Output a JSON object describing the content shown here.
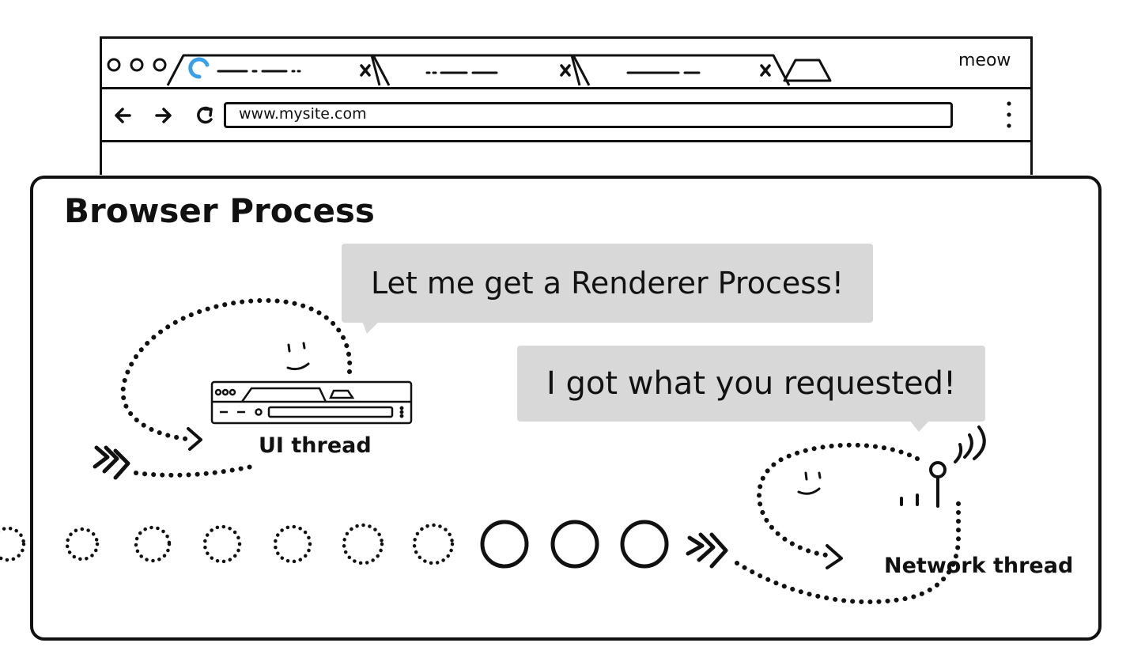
{
  "browser": {
    "window_controls": [
      "dot",
      "dot",
      "dot"
    ],
    "tabs": [
      {
        "name": "tab-1",
        "loading": true,
        "close_icon": "close-icon"
      },
      {
        "name": "tab-2",
        "loading": false,
        "close_icon": "close-icon"
      },
      {
        "name": "tab-3",
        "loading": false,
        "close_icon": "close-icon"
      }
    ],
    "new_tab_icon": "new-tab-icon",
    "brand": "meow",
    "nav_icons": [
      "back-arrow-icon",
      "forward-arrow-icon",
      "reload-icon"
    ],
    "address": "www.mysite.com",
    "menu_icon": "kebab-menu-icon",
    "accent_color": "#3aa0e8"
  },
  "process": {
    "title": "Browser Process",
    "ui_thread": {
      "label": "UI thread",
      "speech": "Let me get a Renderer Process!"
    },
    "network_thread": {
      "label": "Network thread",
      "speech": "I got what you requested!"
    },
    "queue": {
      "dotted_count": 7,
      "solid_count": 3
    },
    "bubble_color": "#d9d8d9"
  }
}
